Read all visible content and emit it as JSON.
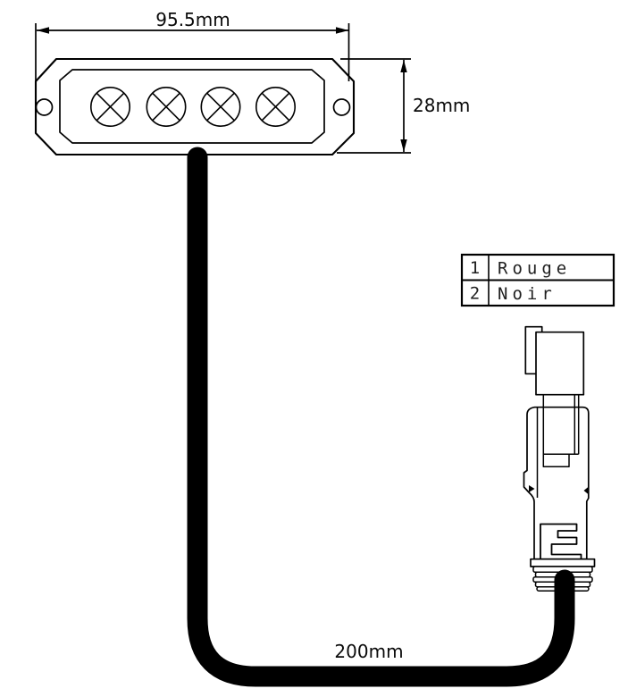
{
  "drawing": {
    "background": "#ffffff",
    "line_color": "#000000",
    "cable_color": "#000000",
    "dimensions": {
      "width": "95.5mm",
      "height": "28mm",
      "cable_length": "200mm"
    },
    "wire_table": {
      "rows": [
        {
          "pin": "1",
          "wire": "Rouge"
        },
        {
          "pin": "2",
          "wire": "Noir"
        }
      ]
    }
  }
}
